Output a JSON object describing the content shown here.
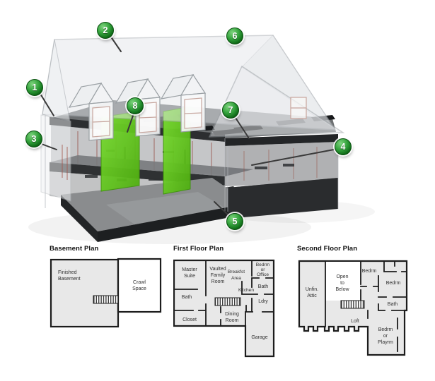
{
  "illustration": {
    "callouts": [
      {
        "number": "1"
      },
      {
        "number": "2"
      },
      {
        "number": "3"
      },
      {
        "number": "4"
      },
      {
        "number": "5"
      },
      {
        "number": "6"
      },
      {
        "number": "7"
      },
      {
        "number": "8"
      }
    ],
    "colors": {
      "badge_green": "#0c6414",
      "highlight_wall_green": "#62c91c",
      "slab_dark": "#2c2e30",
      "roof_translucent": "#e4e7ea"
    }
  },
  "plans": {
    "basement": {
      "title": "Basement Plan",
      "rooms": [
        {
          "name": "Finished Basement",
          "lines": [
            "Finished",
            "Basement"
          ]
        },
        {
          "name": "Crawl Space",
          "lines": [
            "Crawl",
            "Space"
          ]
        }
      ]
    },
    "first": {
      "title": "First Floor Plan",
      "rooms": [
        {
          "name": "Master Suite",
          "lines": [
            "Master",
            "Suite"
          ]
        },
        {
          "name": "Vaulted Family Room",
          "lines": [
            "Vaulted",
            "Family",
            "Room"
          ]
        },
        {
          "name": "Breakfst Area",
          "lines": [
            "Breakfst",
            "Area"
          ]
        },
        {
          "name": "Bedrm or Office",
          "lines": [
            "Bedrm",
            "or",
            "Office"
          ]
        },
        {
          "name": "Bath",
          "lines": [
            "Bath"
          ]
        },
        {
          "name": "Kitchen",
          "lines": [
            "Kitchen"
          ]
        },
        {
          "name": "Ldry",
          "lines": [
            "Ldry"
          ]
        },
        {
          "name": "Bath",
          "lines": [
            "Bath"
          ]
        },
        {
          "name": "Closet",
          "lines": [
            "Closet"
          ]
        },
        {
          "name": "Dining Room",
          "lines": [
            "Dining",
            "Room"
          ]
        },
        {
          "name": "Garage",
          "lines": [
            "Garage"
          ]
        }
      ]
    },
    "second": {
      "title": "Second Floor Plan",
      "rooms": [
        {
          "name": "Unfin. Attic",
          "lines": [
            "Unfin.",
            "Attic"
          ]
        },
        {
          "name": "Open to Below",
          "lines": [
            "Open",
            "to",
            "Below"
          ]
        },
        {
          "name": "Bedrm",
          "lines": [
            "Bedrm"
          ]
        },
        {
          "name": "Bedrm",
          "lines": [
            "Bedrm"
          ]
        },
        {
          "name": "Bath",
          "lines": [
            "Bath"
          ]
        },
        {
          "name": "Loft",
          "lines": [
            "Loft"
          ]
        },
        {
          "name": "Bedrm or Playrm",
          "lines": [
            "Bedrm",
            "or",
            "Playrm"
          ]
        }
      ]
    }
  }
}
